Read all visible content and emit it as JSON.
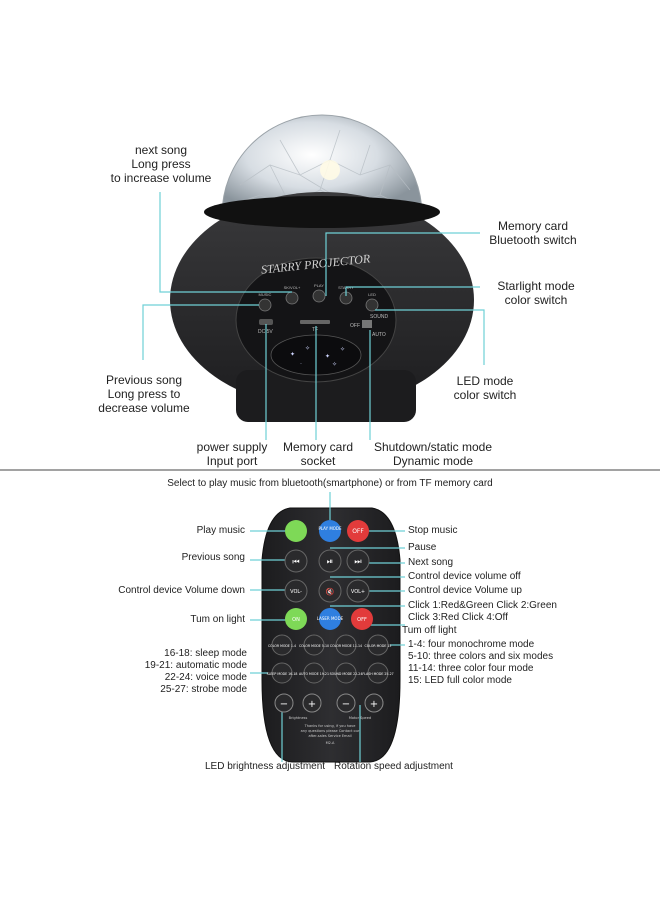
{
  "projector": {
    "brand": "STARRY PROJECTOR",
    "panel": {
      "dc": "DC 5V",
      "tf": "TF",
      "off": "OFF",
      "sound": "SOUND",
      "auto": "AUTO",
      "btn_labels": [
        "MUSIC",
        "SK/VOL+",
        "PLAY",
        "STARRY MODE",
        "LED MODE"
      ]
    },
    "callouts": {
      "next_song": [
        "next song",
        "Long press",
        "to increase volume"
      ],
      "memory_bt": [
        "Memory card",
        "Bluetooth switch"
      ],
      "starlight": [
        "Starlight mode",
        "color switch"
      ],
      "prev_song": [
        "Previous song",
        "Long press to",
        "decrease volume"
      ],
      "led_mode": [
        "LED mode",
        "color switch"
      ],
      "power": [
        "power supply",
        "Input port"
      ],
      "memory_socket": [
        "Memory card",
        "socket"
      ],
      "shutdown": [
        "Shutdown/static mode",
        "Dynamic mode"
      ]
    }
  },
  "remote": {
    "title": "Select to play music from bluetooth(smartphone) or from TF memory card",
    "left_labels": {
      "play_music": "Play music",
      "previous_song": "Previous song",
      "volume_down": "Control device Volume down",
      "turn_on": "Tum on light",
      "modes": [
        "16-18: sleep mode",
        "19-21: automatic mode",
        "22-24: voice mode",
        "25-27: strobe mode"
      ],
      "brightness": "LED brightness adjustment"
    },
    "right_labels": {
      "stop_music": "Stop music",
      "pause": "Pause",
      "next_song": "Next song",
      "volume_off": "Control device volume off",
      "volume_up": "Control device Volume up",
      "click1": "Click 1:Red&Green  Click 2:Green",
      "click3": "Click 3:Red    Click 4:Off",
      "turn_off": "Tum off light",
      "modes": [
        "1-4: four monochrome mode",
        "5-10: three colors and six modes",
        "11-14: three color four mode",
        "15: LED full color mode"
      ],
      "rotation": "Rotation speed adjustment"
    },
    "buttons": {
      "row1": [
        "",
        "PLAY MODE",
        "OFF"
      ],
      "row2": [
        "⏮",
        "⏯",
        "⏭"
      ],
      "row3": [
        "VOL-",
        "🔇",
        "VOL+"
      ],
      "row4": [
        "ON",
        "LASER MODE",
        "OFF"
      ],
      "row5": [
        "COLOR MODE 1-4",
        "COLOR MODE 5-10",
        "COLOR MODE 11-14",
        "COLOR MODE 15"
      ],
      "row6": [
        "SLEEP MODE 16-18",
        "AUTO MODE 19-21",
        "SOUND MODE 22-24",
        "FLASH MODE 25-27"
      ],
      "bottom": [
        "−",
        "+",
        "−",
        "+"
      ],
      "bottom_labels": [
        "Brightness",
        "Motor Speed"
      ],
      "footer": [
        "Thanks for using, if you have",
        "any questions please Contact our",
        "after-sales Service Email",
        "M2-A"
      ]
    }
  },
  "colors": {
    "line": "#6fd0d6",
    "body": "#2b2b2d",
    "green": "#7ed957",
    "blue": "#2f7fe0",
    "red": "#e23b3b"
  }
}
